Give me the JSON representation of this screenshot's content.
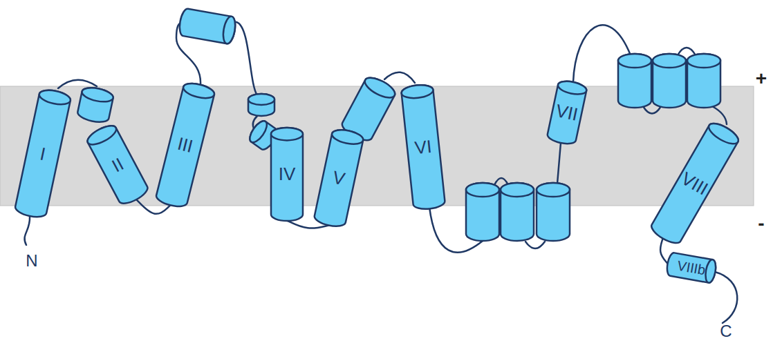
{
  "diagram": {
    "nodes": [
      {
        "text": [
          "I"
        ]
      },
      {
        "text": [
          "II"
        ]
      },
      {
        "text": [
          "III"
        ]
      },
      {
        "text": [
          "IV"
        ]
      },
      {
        "text": [
          "V"
        ]
      },
      {
        "text": [
          "VI"
        ]
      },
      {
        "text": [
          "VII"
        ]
      },
      {
        "text": [
          "VIII"
        ]
      },
      {
        "text": [
          "VIIIb"
        ]
      }
    ],
    "edges": [
      {
        "from": 1,
        "to": 2,
        "arrow": "none"
      },
      {
        "from": 3,
        "to": 4,
        "arrow": "none"
      },
      {
        "from": 7,
        "to": 8,
        "arrow": "none"
      }
    ],
    "labels": [
      "N",
      "C",
      "+",
      "-"
    ]
  }
}
